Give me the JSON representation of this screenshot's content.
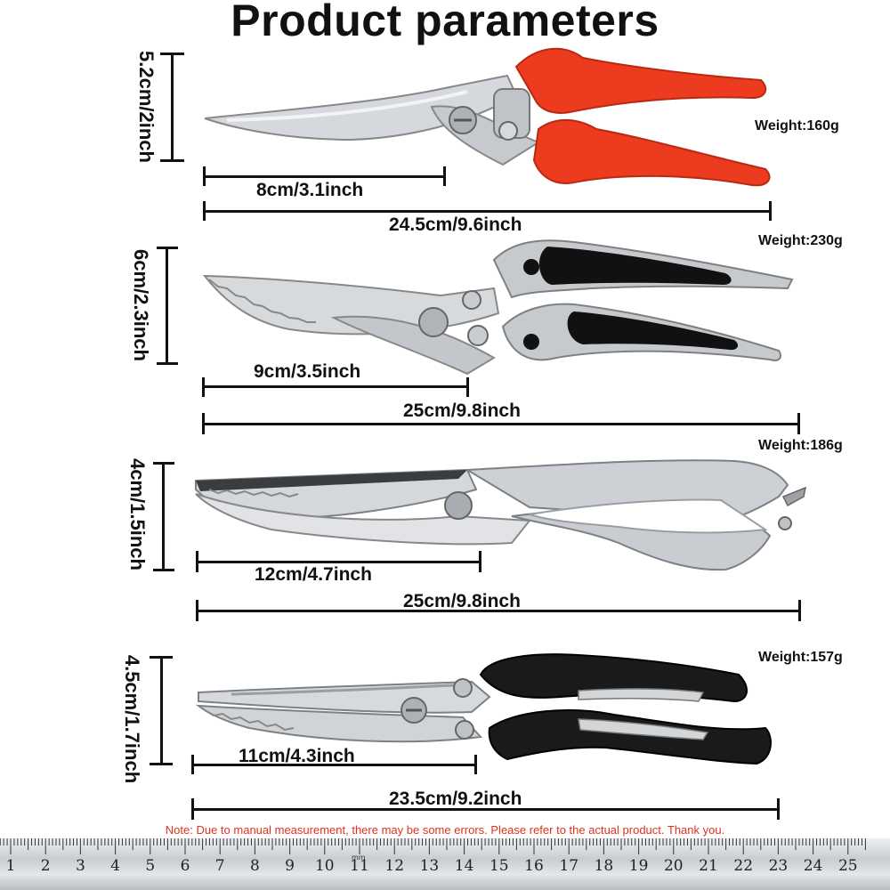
{
  "title": "Product parameters",
  "products": [
    {
      "height_label": "5.2cm/2inch",
      "blade_label": "8cm/3.1inch",
      "length_label": "24.5cm/9.6inch",
      "weight_label": "Weight:160g",
      "handle_color": "#ec3b1e"
    },
    {
      "height_label": "6cm/2.3inch",
      "blade_label": "9cm/3.5inch",
      "length_label": "25cm/9.8inch",
      "weight_label": "Weight:230g",
      "handle_color": "#c0c4c8"
    },
    {
      "height_label": "4cm/1.5inch",
      "blade_label": "12cm/4.7inch",
      "length_label": "25cm/9.8inch",
      "weight_label": "Weight:186g",
      "handle_color": "#c8ccd0"
    },
    {
      "height_label": "4.5cm/1.7inch",
      "blade_label": "11cm/4.3inch",
      "length_label": "23.5cm/9.2inch",
      "weight_label": "Weight:157g",
      "handle_color": "#1a1a1a"
    }
  ],
  "note": "Note: Due to manual measurement, there may be some errors. Please refer to the actual product. Thank you.",
  "ruler": {
    "numbers": [
      "1",
      "2",
      "3",
      "4",
      "5",
      "6",
      "7",
      "8",
      "9",
      "10",
      "11",
      "12",
      "13",
      "14",
      "15",
      "16",
      "17",
      "18",
      "19",
      "20",
      "21",
      "22",
      "23",
      "24",
      "25"
    ],
    "unit": "mm"
  }
}
